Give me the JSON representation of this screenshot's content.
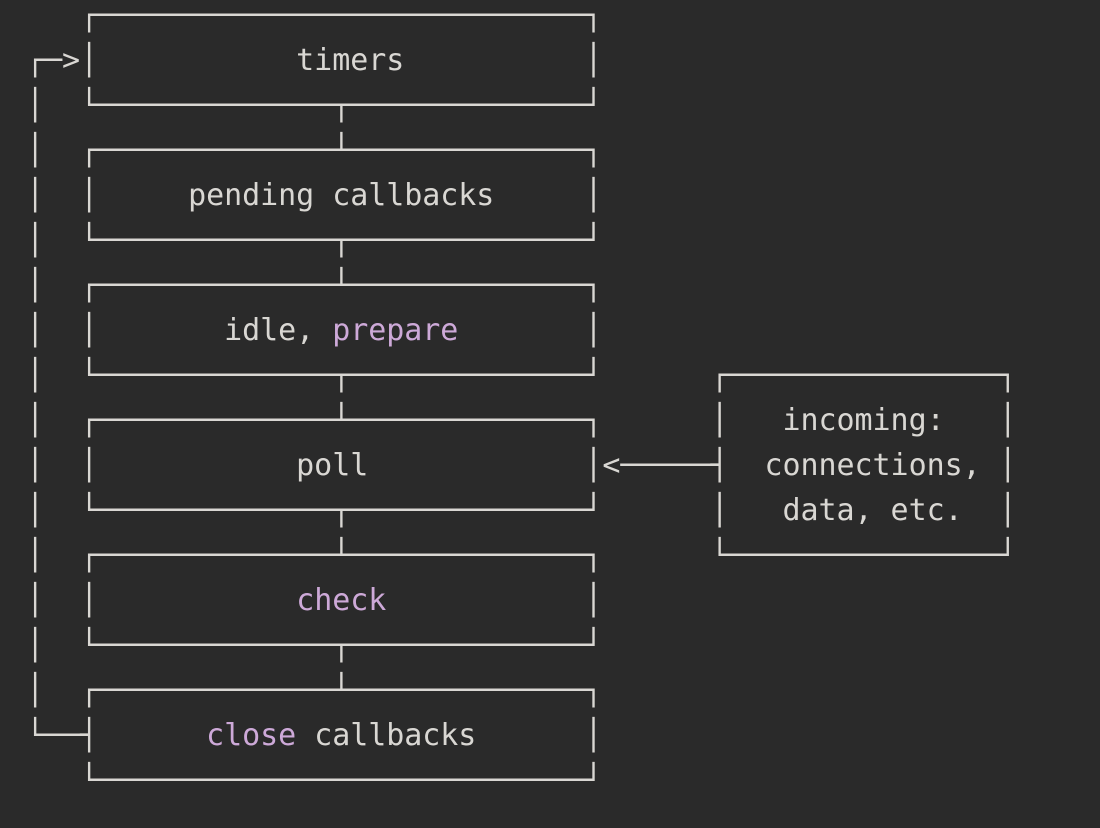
{
  "colors": {
    "background": "#2a2a2a",
    "foreground": "#d9d7d3",
    "keyword": "#cda9d8"
  },
  "diagram": {
    "title": "node-event-loop-phases",
    "phases": [
      "timers",
      "pending callbacks",
      "idle, prepare",
      "poll",
      "check",
      "close callbacks"
    ],
    "side_box_lines": [
      "incoming:",
      "connections,",
      "data, etc."
    ],
    "lines": [
      [
        {
          "t": "   ┌───────────────────────────┐",
          "c": "fg"
        }
      ],
      [
        {
          "t": "┌─>│           timers          │",
          "c": "fg"
        }
      ],
      [
        {
          "t": "│  └─────────────┬─────────────┘",
          "c": "fg"
        }
      ],
      [
        {
          "t": "│  ┌─────────────┴─────────────┐",
          "c": "fg"
        }
      ],
      [
        {
          "t": "│  │     pending callbacks     │",
          "c": "fg"
        }
      ],
      [
        {
          "t": "│  └─────────────┬─────────────┘",
          "c": "fg"
        }
      ],
      [
        {
          "t": "│  ┌─────────────┴─────────────┐",
          "c": "fg"
        }
      ],
      [
        {
          "t": "│  │       idle, ",
          "c": "fg"
        },
        {
          "t": "prepare",
          "c": "kw"
        },
        {
          "t": "       │",
          "c": "fg"
        }
      ],
      [
        {
          "t": "│  └─────────────┬─────────────┘      ┌───────────────┐",
          "c": "fg"
        }
      ],
      [
        {
          "t": "│  ┌─────────────┴─────────────┐      │   incoming:   │",
          "c": "fg"
        }
      ],
      [
        {
          "t": "│  │           poll            │<─────┤  connections, │",
          "c": "fg"
        }
      ],
      [
        {
          "t": "│  └─────────────┬─────────────┘      │   data, etc.  │",
          "c": "fg"
        }
      ],
      [
        {
          "t": "│  ┌─────────────┴─────────────┐      └───────────────┘",
          "c": "fg"
        }
      ],
      [
        {
          "t": "│  │           ",
          "c": "fg"
        },
        {
          "t": "check",
          "c": "kw"
        },
        {
          "t": "           │",
          "c": "fg"
        }
      ],
      [
        {
          "t": "│  └─────────────┬─────────────┘",
          "c": "fg"
        }
      ],
      [
        {
          "t": "│  ┌─────────────┴─────────────┐",
          "c": "fg"
        }
      ],
      [
        {
          "t": "└──┤      ",
          "c": "fg"
        },
        {
          "t": "close",
          "c": "kw"
        },
        {
          "t": " callbacks      │",
          "c": "fg"
        }
      ],
      [
        {
          "t": "   └───────────────────────────┘",
          "c": "fg"
        }
      ]
    ]
  }
}
